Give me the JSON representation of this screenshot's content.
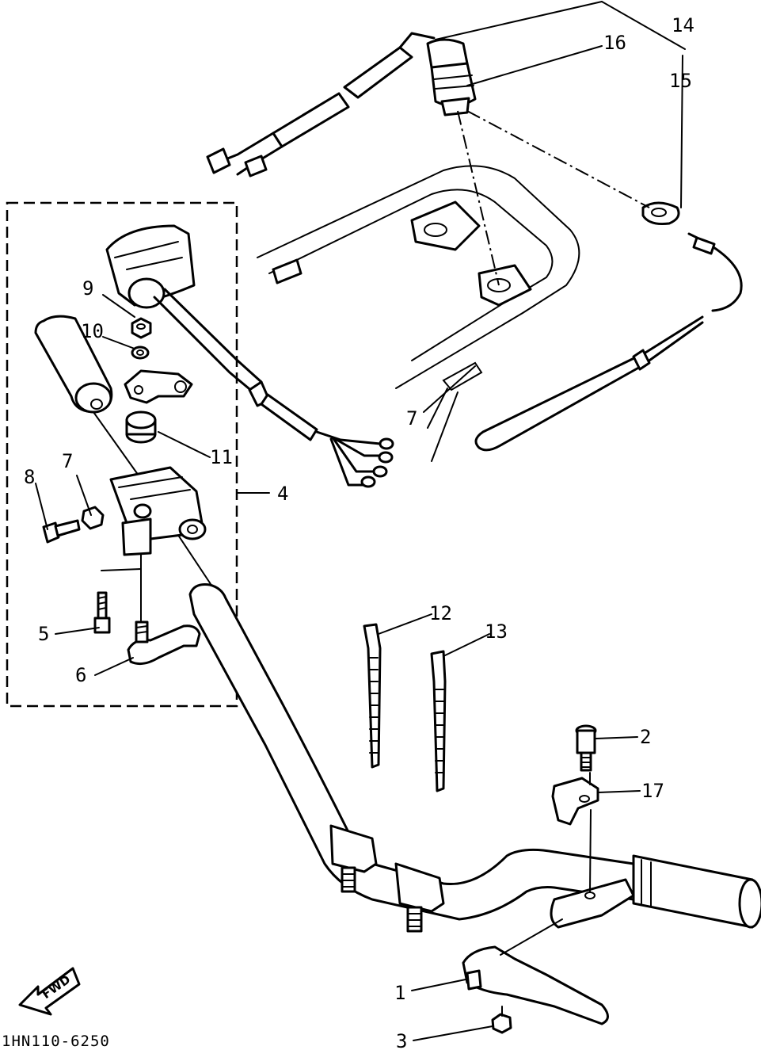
{
  "callouts": {
    "c1": "1",
    "c2": "2",
    "c3": "3",
    "c4": "4",
    "c5": "5",
    "c6": "6",
    "c7": "7",
    "c8": "8",
    "c9": "9",
    "c10": "10",
    "c11": "11",
    "c12": "12",
    "c13": "13",
    "c14": "14",
    "c15": "15",
    "c16": "16",
    "c17": "17"
  },
  "drawing_code": "1HN110-6250",
  "direction_badge": "FWD"
}
